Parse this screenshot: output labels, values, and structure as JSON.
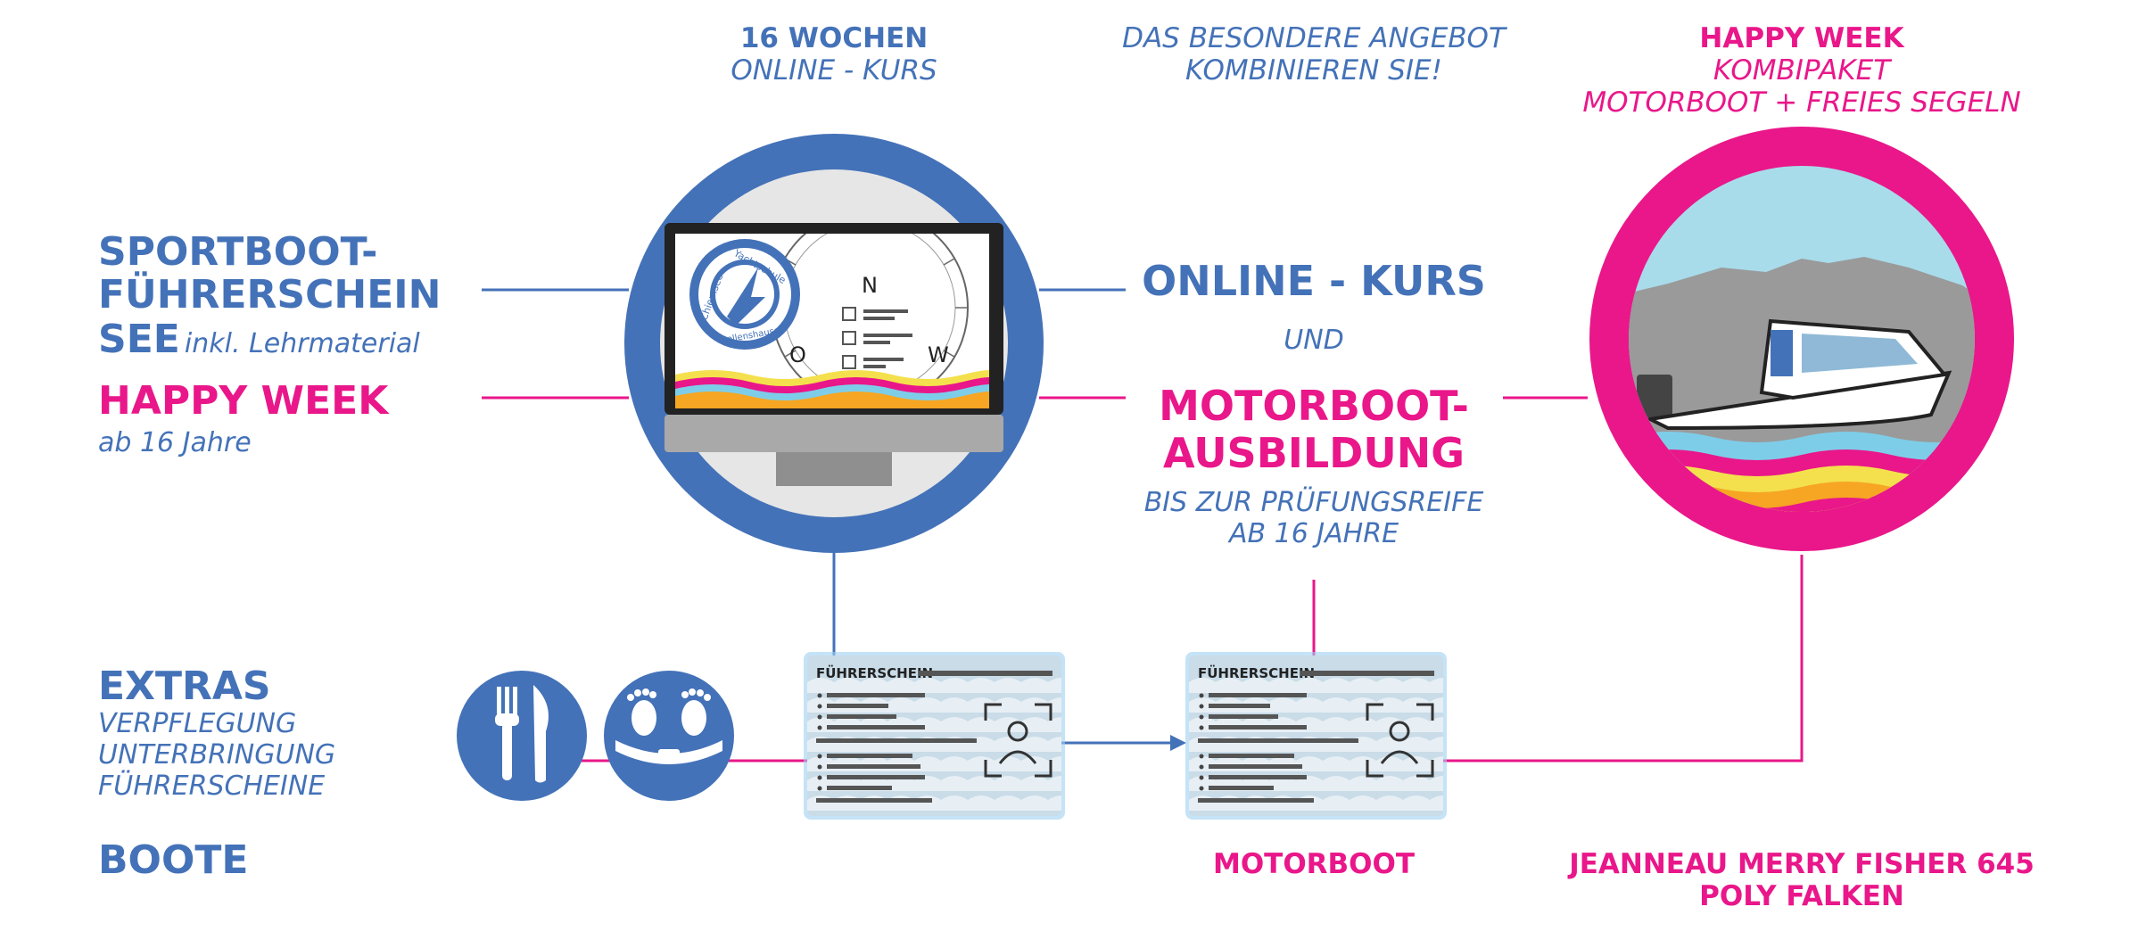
{
  "colors": {
    "blue": "#4472b8",
    "pink": "#e9178a",
    "sky": "#a8dcea",
    "mountain": "#9a9a9a",
    "card": "#c9dce8"
  },
  "top": {
    "left": {
      "title": "16 WOCHEN",
      "subtitle": "ONLINE - KURS"
    },
    "middle": {
      "line1": "DAS BESONDERE ANGEBOT",
      "line2": "KOMBINIEREN SIE!"
    },
    "right": {
      "title": "HAPPY WEEK",
      "line1": "KOMBIPAKET",
      "line2": "MOTORBOOT + FREIES SEGELN"
    }
  },
  "left": {
    "sbf_line1": "SPORTBOOT-",
    "sbf_line2": "FÜHRERSCHEIN",
    "sbf_line3": "SEE",
    "sbf_suffix": "inkl. Lehrmaterial",
    "happy_title": "HAPPY WEEK",
    "happy_sub": "ab 16 Jahre",
    "extras_title": "EXTRAS",
    "extras_items": [
      "VERPFLEGUNG",
      "UNTERBRINGUNG",
      "FÜHRERSCHEINE"
    ],
    "boote": "BOOTE"
  },
  "center": {
    "online": "ONLINE - KURS",
    "und": "UND",
    "motor1": "MOTORBOOT-",
    "motor2": "AUSBILDUNG",
    "sub1": "BIS ZUR PRÜFUNGSREIFE",
    "sub2": "AB 16 JAHRE"
  },
  "monitor": {
    "logo_lines": [
      "Chiemsee",
      "Yachtschule",
      "Gollenshausen"
    ],
    "compass_letters": [
      "N",
      "O",
      "W"
    ],
    "icon": "computer-monitor-icon"
  },
  "cards": {
    "title": "FÜHRERSCHEIN",
    "icon": "license-card-icon"
  },
  "bottom": {
    "motorboot": "MOTORBOOT",
    "boat1": "JEANNEAU MERRY FISHER 645",
    "boat2": "POLY FALKEN"
  },
  "icons": [
    "fork-knife-icon",
    "bed-feet-icon",
    "motorboat-icon"
  ]
}
